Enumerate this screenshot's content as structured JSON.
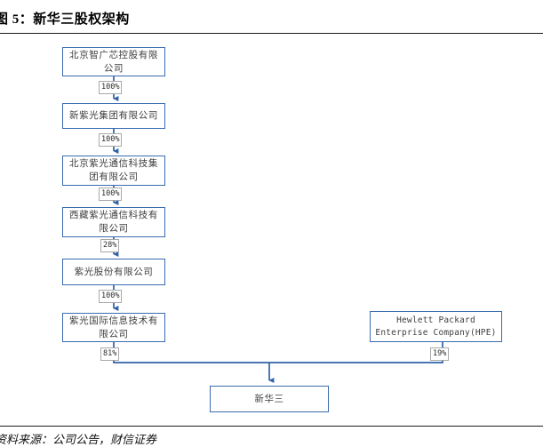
{
  "figure": {
    "title": "图 5：新华三股权架构",
    "source": "资料来源：公司公告，财信证券"
  },
  "theme": {
    "box_border": "#3a6bb0",
    "connector": "#3a6bb0",
    "label_border": "#a8a8a8",
    "text": "#3f3f3f",
    "rule": "#1a1a1a",
    "background": "#ffffff"
  },
  "chart_data": {
    "type": "diagram",
    "title": "图 5：新华三股权架构",
    "nodes": [
      {
        "id": "n1",
        "label": "北京智广芯控股有限公司",
        "lang": "cn"
      },
      {
        "id": "n2",
        "label": "新紫光集团有限公司",
        "lang": "cn"
      },
      {
        "id": "n3",
        "label": "北京紫光通信科技集团有限公司",
        "lang": "cn"
      },
      {
        "id": "n4",
        "label": "西藏紫光通信科技有限公司",
        "lang": "cn"
      },
      {
        "id": "n5",
        "label": "紫光股份有限公司",
        "lang": "cn"
      },
      {
        "id": "n6",
        "label": "紫光国际信息技术有限公司",
        "lang": "cn"
      },
      {
        "id": "hpe_line1",
        "label": "Hewlett Packard",
        "lang": "en"
      },
      {
        "id": "hpe_line2",
        "label": "Enterprise Company(HPE)",
        "lang": "en"
      },
      {
        "id": "n8",
        "label": "新华三",
        "lang": "cn"
      }
    ],
    "edges": [
      {
        "from": "n1",
        "to": "n2",
        "label": "100%"
      },
      {
        "from": "n2",
        "to": "n3",
        "label": "100%"
      },
      {
        "from": "n3",
        "to": "n4",
        "label": "100%"
      },
      {
        "from": "n4",
        "to": "n5",
        "label": "28%"
      },
      {
        "from": "n5",
        "to": "n6",
        "label": "100%"
      },
      {
        "from": "n6",
        "to": "n8",
        "label": "81%"
      },
      {
        "from": "hpe",
        "to": "n8",
        "label": "19%"
      }
    ]
  },
  "diagram": {
    "boxes": {
      "box1": "北京智广芯控股有限公司",
      "box2": "新紫光集团有限公司",
      "box3": "北京紫光通信科技集团有限公司",
      "box4": "西藏紫光通信科技有限公司",
      "box5": "紫光股份有限公司",
      "box6": "紫光国际信息技术有限公司",
      "hpe_line1": "Hewlett Packard",
      "hpe_line2": "Enterprise Company(HPE)",
      "box8": "新华三"
    },
    "labels": {
      "pct1": "100%",
      "pct2": "100%",
      "pct3": "100%",
      "pct4": "28%",
      "pct5": "100%",
      "pct6": "81%",
      "pct7": "19%"
    }
  }
}
